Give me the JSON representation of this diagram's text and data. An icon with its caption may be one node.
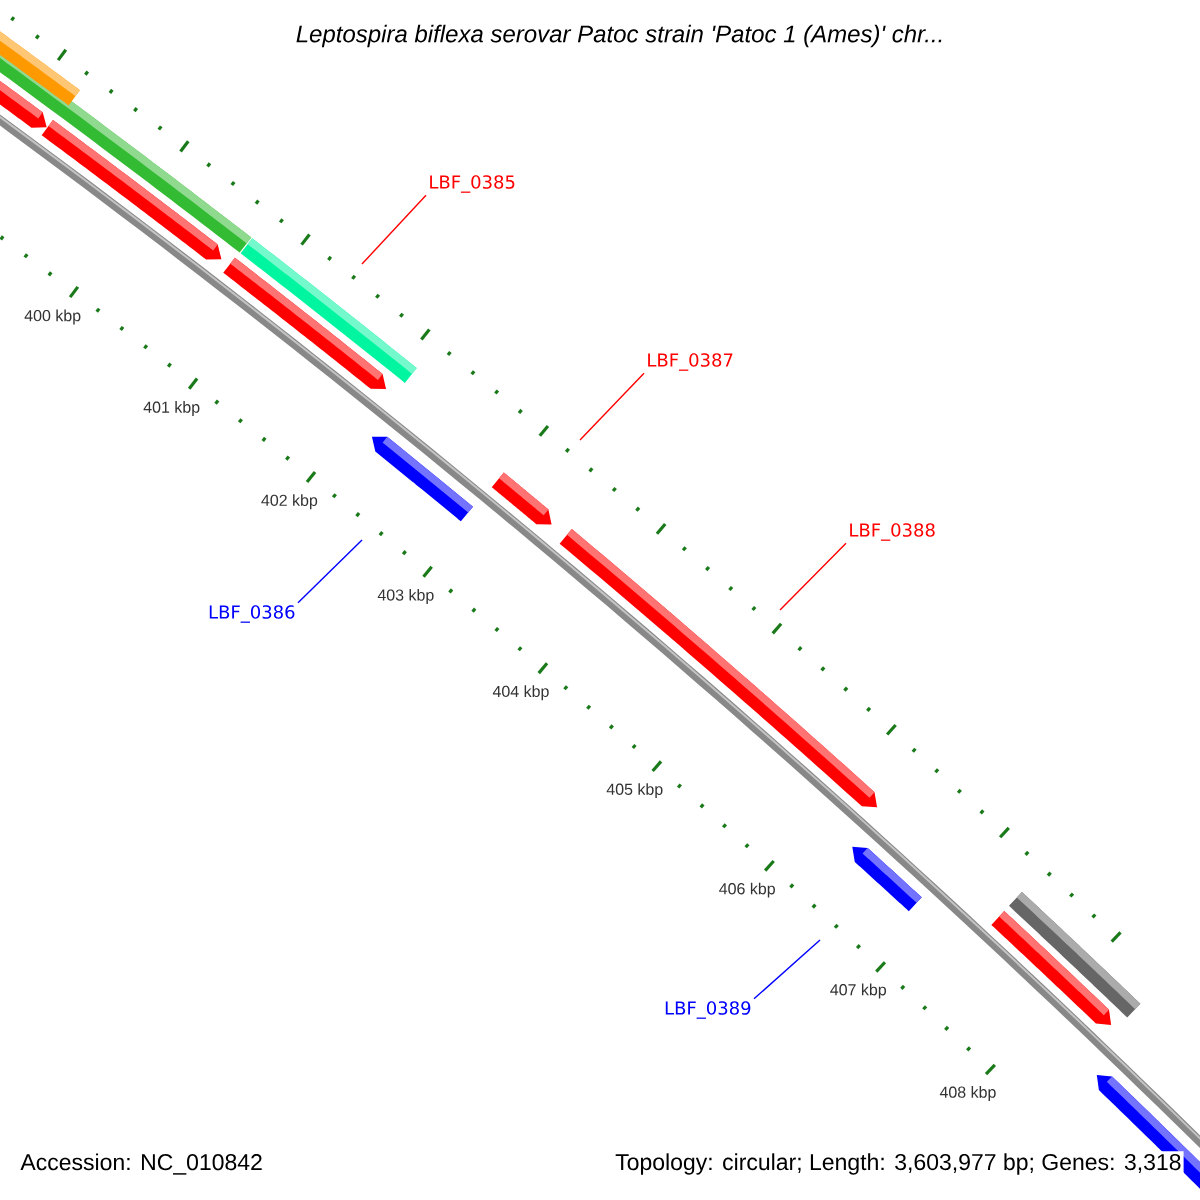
{
  "diagram": {
    "title": "Leptospira biflexa serovar Patoc strain 'Patoc 1 (Ames)' chr...",
    "nodes": [
      {
        "text": [
          "LBF_0385"
        ]
      },
      {
        "text": [
          "LBF_0387"
        ]
      },
      {
        "text": [
          "LBF_0388"
        ]
      },
      {
        "text": [
          "LBF_0386"
        ]
      },
      {
        "text": [
          "LBF_0389"
        ]
      }
    ],
    "edges": [
      {
        "from": 0,
        "to": null,
        "arrow": "none"
      },
      {
        "from": 1,
        "to": null,
        "arrow": "none"
      },
      {
        "from": 2,
        "to": null,
        "arrow": "none"
      },
      {
        "from": 3,
        "to": null,
        "arrow": "none",
        "color": "#0000ff"
      },
      {
        "from": 4,
        "to": null,
        "arrow": "none",
        "color": "#0000ff"
      }
    ],
    "labels": [
      "400 kbp",
      "401 kbp",
      "402 kbp",
      "403 kbp",
      "404 kbp",
      "405 kbp",
      "406 kbp",
      "407 kbp",
      "408 kbp",
      "Accession: NC_010842",
      "Topology: circular; Length: 3,603,977 bp; Genes: 3,318"
    ]
  }
}
